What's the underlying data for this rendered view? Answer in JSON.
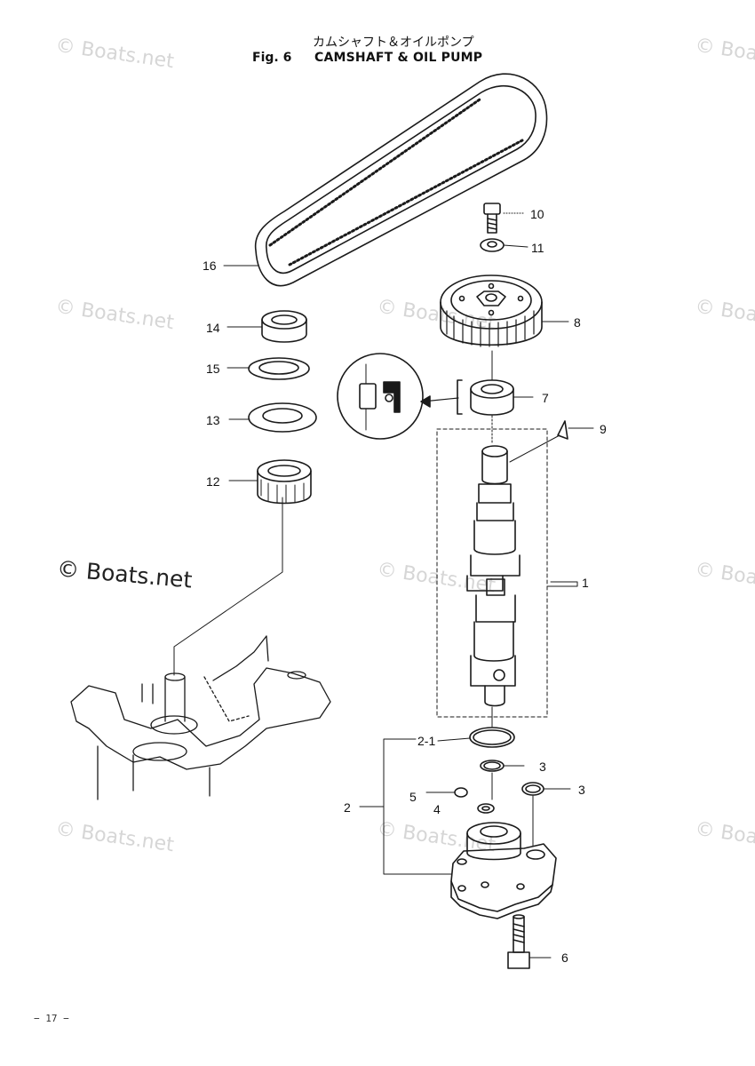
{
  "header": {
    "title_jp": "カムシャフト＆オイルポンプ",
    "fig_label": "Fig. 6",
    "title_en": "CAMSHAFT & OIL PUMP"
  },
  "watermark": {
    "text": "© Boats.net"
  },
  "callouts": [
    "10",
    "11",
    "16",
    "8",
    "14",
    "15",
    "7",
    "9",
    "13",
    "12",
    "1",
    "2-1",
    "3",
    "3",
    "5",
    "4",
    "2",
    "6"
  ],
  "page_number": "− 17 −"
}
